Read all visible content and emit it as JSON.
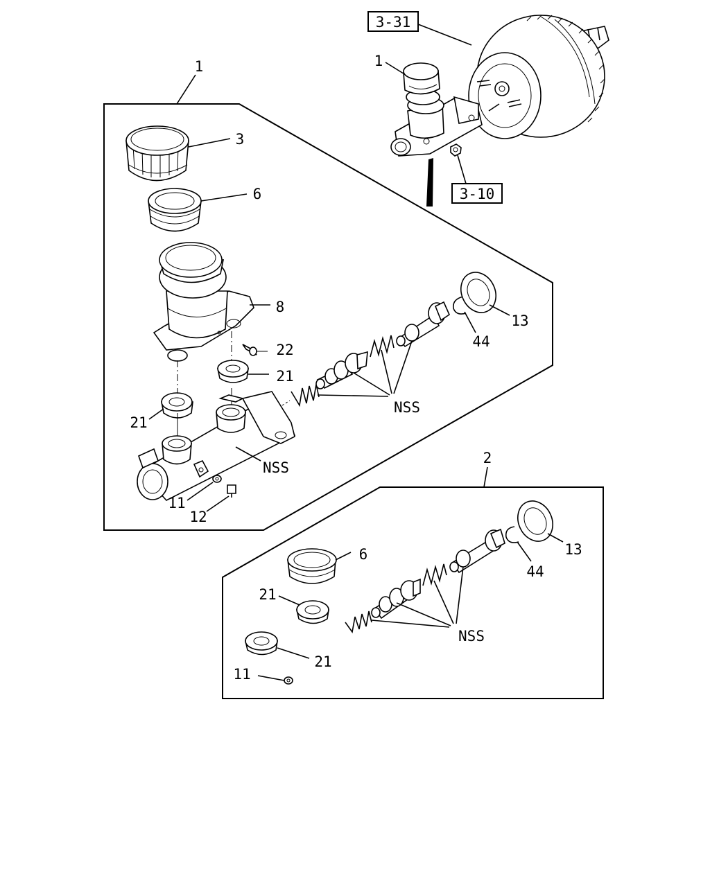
{
  "refs": {
    "booster": "3-31",
    "nut": "3-10"
  },
  "callouts": {
    "group1": "1",
    "group2": "2",
    "assembly_top": "1",
    "cap": "3",
    "seal6": "6",
    "reservoir": "8",
    "screw22": "22",
    "grommet21_upper": "21",
    "grommet21_left": "21",
    "body_nss": "NSS",
    "washer11": "11",
    "bolt12": "12",
    "internals_nss": "NSS",
    "clip44": "44",
    "seal13": "13",
    "kit_seal6": "6",
    "kit_grommet21_upper": "21",
    "kit_grommet21_lower": "21",
    "kit_washer11": "11",
    "kit_nss": "NSS",
    "kit_clip44": "44",
    "kit_seal13": "13"
  }
}
